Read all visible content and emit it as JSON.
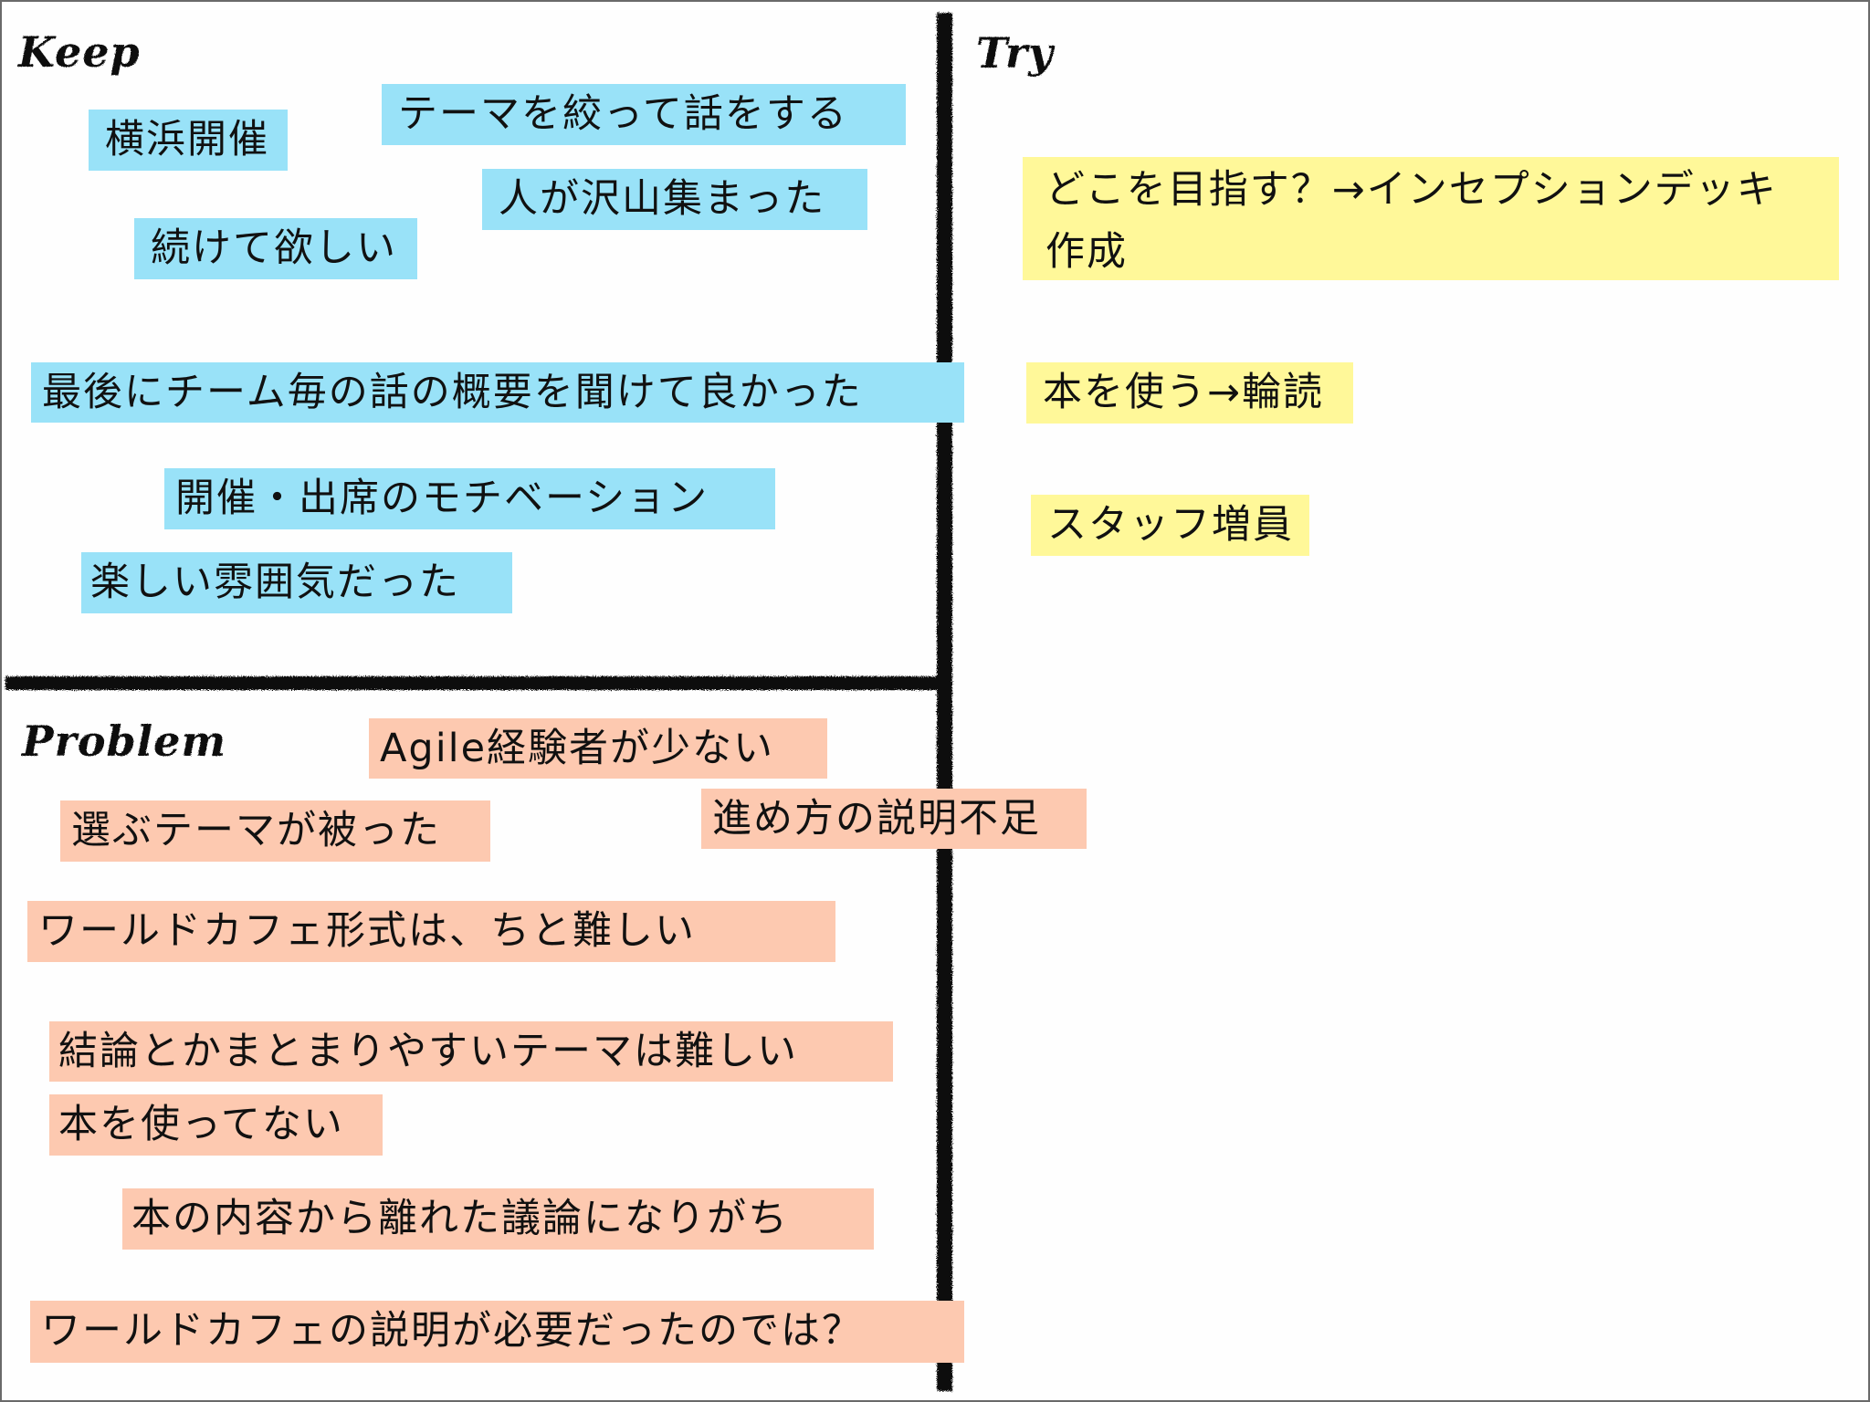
{
  "board": {
    "type": "KPT retrospective",
    "colors": {
      "keep": "#99e2f8",
      "try": "#fff899",
      "problem": "#fdc9b0",
      "divider": "#0d0d0d",
      "frame": "#6a6a6a"
    }
  },
  "sections": {
    "keep": {
      "title": "Keep",
      "notes": [
        {
          "text": "横浜開催"
        },
        {
          "text": "テーマを絞って話をする"
        },
        {
          "text": "人が沢山集まった"
        },
        {
          "text": "続けて欲しい"
        },
        {
          "text": "最後にチーム毎の話の概要を聞けて良かった"
        },
        {
          "text": "開催・出席のモチベーション"
        },
        {
          "text": "楽しい雰囲気だった"
        }
      ]
    },
    "try": {
      "title": "Try",
      "notes": [
        {
          "text": "どこを目指す？→インセプションデッキ作成"
        },
        {
          "text": "本を使う→輪読"
        },
        {
          "text": "スタッフ増員"
        }
      ]
    },
    "problem": {
      "title": "Problem",
      "notes": [
        {
          "text": "Agile経験者が少ない"
        },
        {
          "text": "選ぶテーマが被った"
        },
        {
          "text": "進め方の説明不足"
        },
        {
          "text": "ワールドカフェ形式は、ちと難しい"
        },
        {
          "text": "結論とかまとまりやすいテーマは難しい"
        },
        {
          "text": "本を使ってない"
        },
        {
          "text": "本の内容から離れた議論になりがち"
        },
        {
          "text": "ワールドカフェの説明が必要だったのでは？"
        }
      ]
    }
  }
}
